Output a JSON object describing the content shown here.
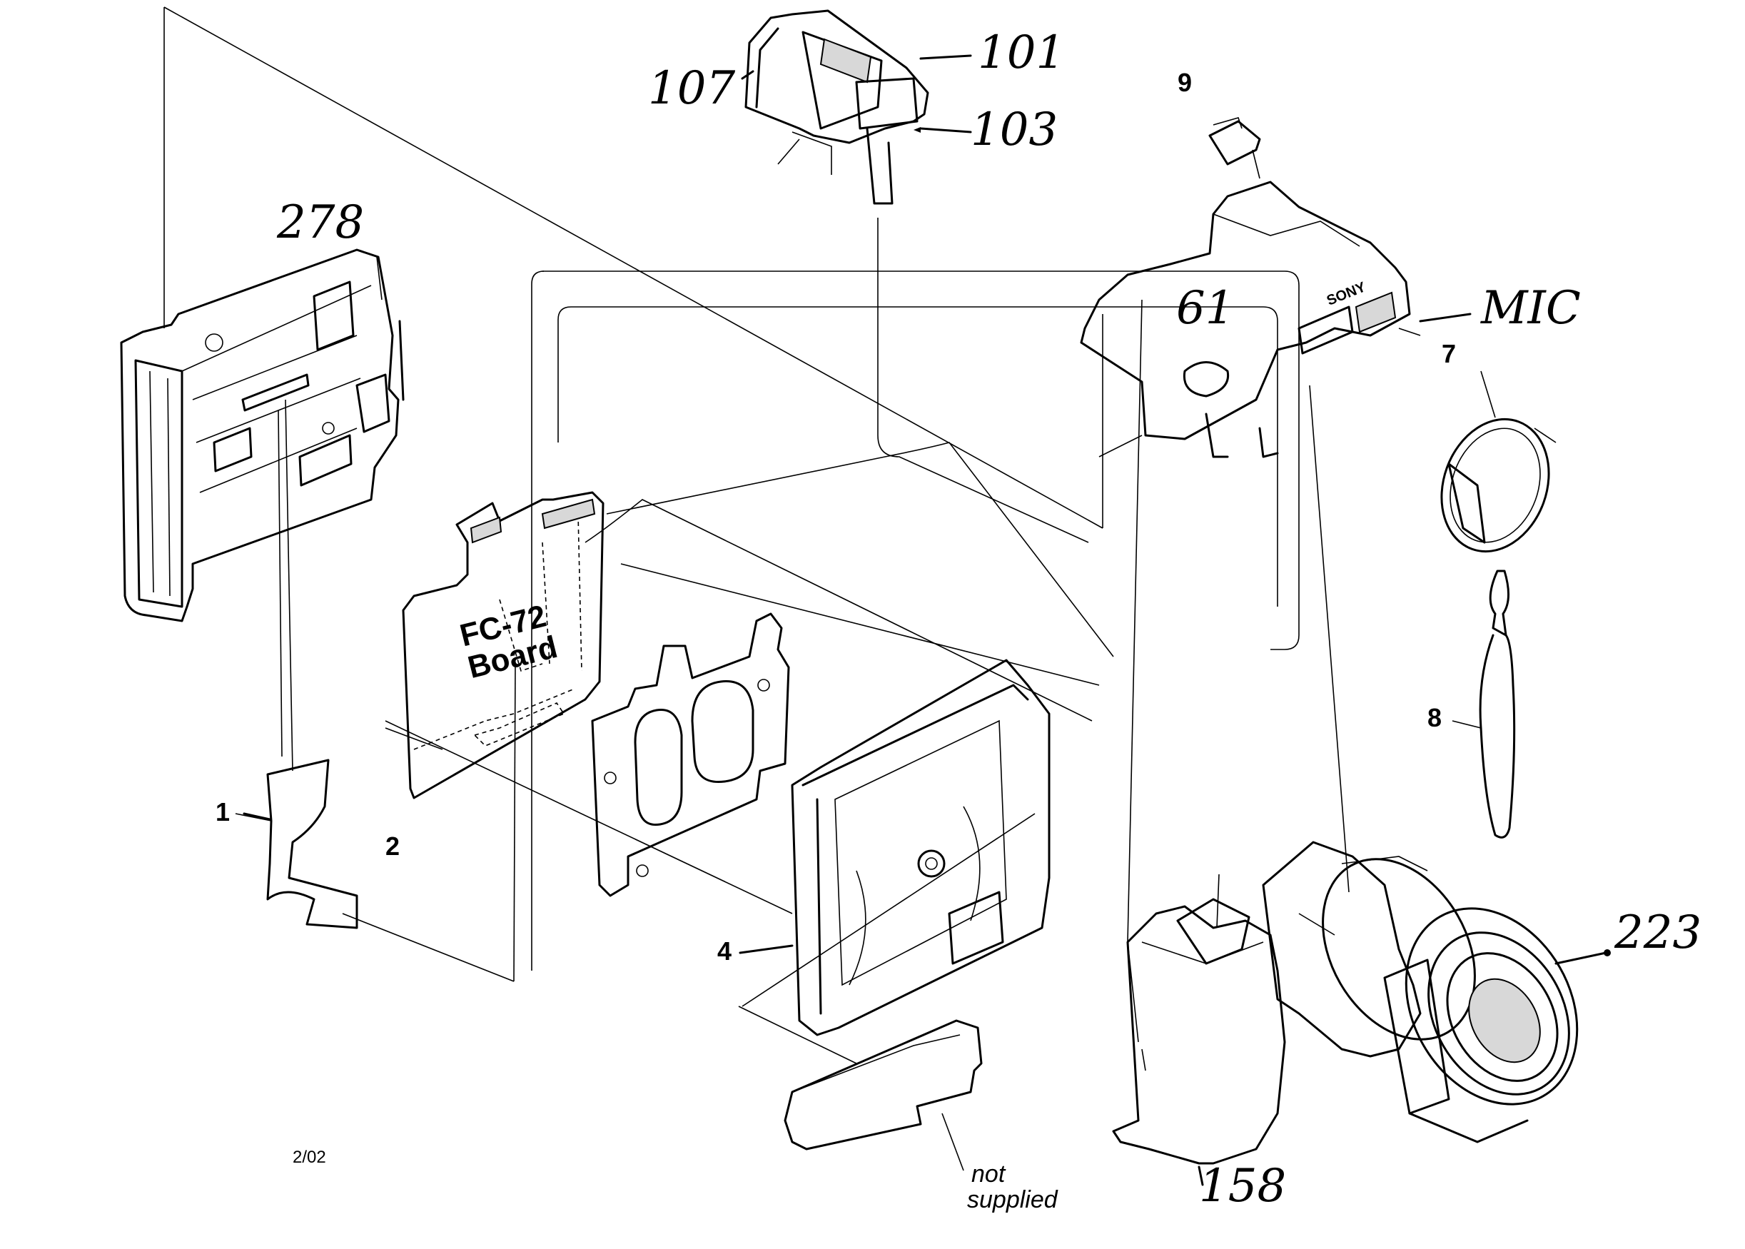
{
  "diagram": {
    "callouts": [
      {
        "id": "278",
        "text": "278"
      },
      {
        "id": "107",
        "text": "107"
      },
      {
        "id": "101",
        "text": "101"
      },
      {
        "id": "103",
        "text": "103"
      },
      {
        "id": "9",
        "text": "9"
      },
      {
        "id": "61",
        "text": "61"
      },
      {
        "id": "mic",
        "text": "MIC"
      },
      {
        "id": "7",
        "text": "7"
      },
      {
        "id": "8",
        "text": "8"
      },
      {
        "id": "1",
        "text": "1"
      },
      {
        "id": "2",
        "text": "2"
      },
      {
        "id": "4",
        "text": "4"
      },
      {
        "id": "223",
        "text": "223"
      },
      {
        "id": "158",
        "text": "158"
      }
    ],
    "board_label_line1": "FC-72",
    "board_label_line2": "Board",
    "brand_mark": "SONY",
    "date_code": "2/02",
    "note_line1": "not",
    "note_line2": "supplied"
  }
}
